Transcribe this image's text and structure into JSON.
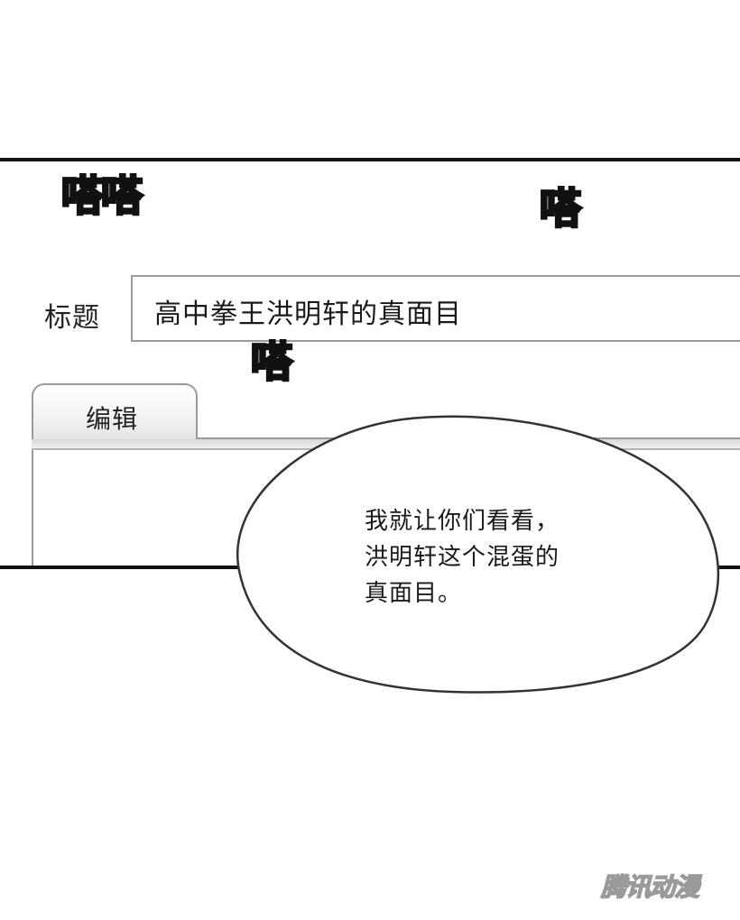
{
  "form": {
    "title_label": "标题",
    "title_value": "高中拳王洪明轩的真面目",
    "tab_label": "编辑"
  },
  "sound_effects": [
    "嗒嗒",
    "嗒",
    "嗒"
  ],
  "speech_bubble": {
    "lines": [
      "我就让你们看看，",
      "洪明轩这个混蛋的",
      "真面目。"
    ]
  },
  "watermark": "腾讯动漫"
}
